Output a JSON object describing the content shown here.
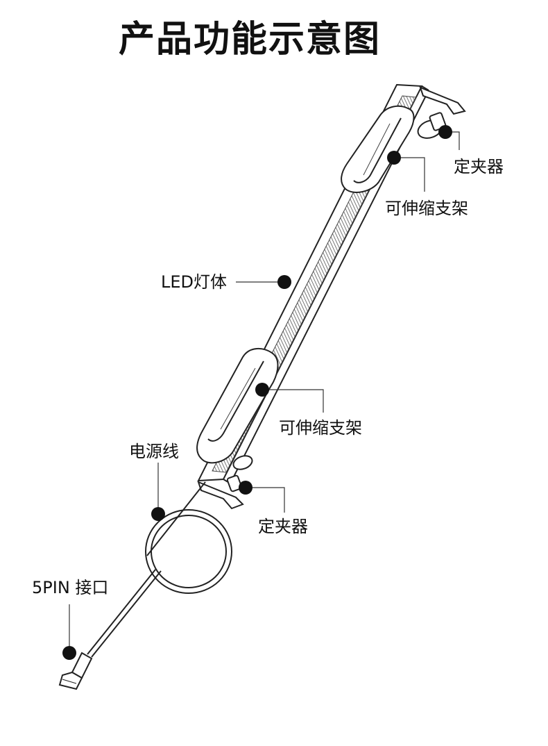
{
  "title": "产品功能示意图",
  "labels": {
    "clamp_top": "定夹器",
    "bracket_top": "可伸缩支架",
    "led_body": "LED灯体",
    "bracket_bottom": "可伸缩支架",
    "power_cord": "电源线",
    "clamp_bottom": "定夹器",
    "connector": "5PIN 接口"
  },
  "colors": {
    "line": "#222222",
    "fill": "#ffffff",
    "stripe": "#555555",
    "dot": "#111111"
  }
}
